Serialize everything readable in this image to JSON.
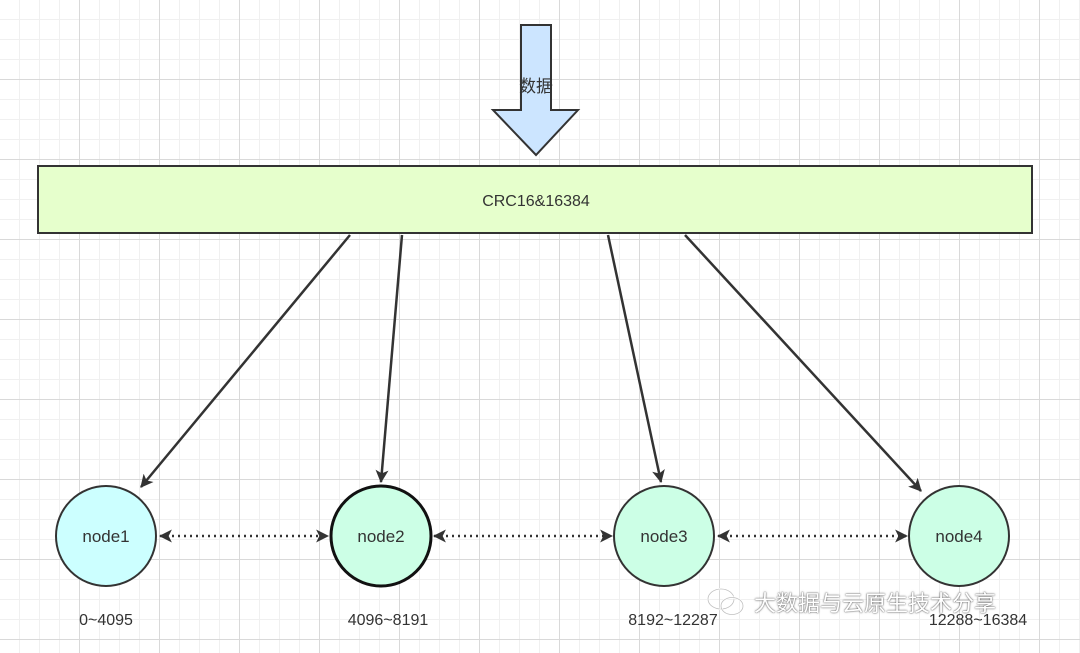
{
  "input": {
    "label": "数据",
    "arrow_fill": "#cce5ff"
  },
  "hash_box": {
    "label": "CRC16&16384",
    "fill": "#e6ffcc"
  },
  "nodes": [
    {
      "label": "node1",
      "range": "0~4095",
      "fill": "#ccffff"
    },
    {
      "label": "node2",
      "range": "4096~8191",
      "fill": "#ccffe6"
    },
    {
      "label": "node3",
      "range": "8192~12287",
      "fill": "#ccffe6"
    },
    {
      "label": "node4",
      "range": "12288~16384",
      "fill": "#ccffe6"
    }
  ],
  "watermark": {
    "icon": "wechat-icon",
    "text": "大数据与云原生技术分享"
  },
  "stroke_color": "#333333"
}
